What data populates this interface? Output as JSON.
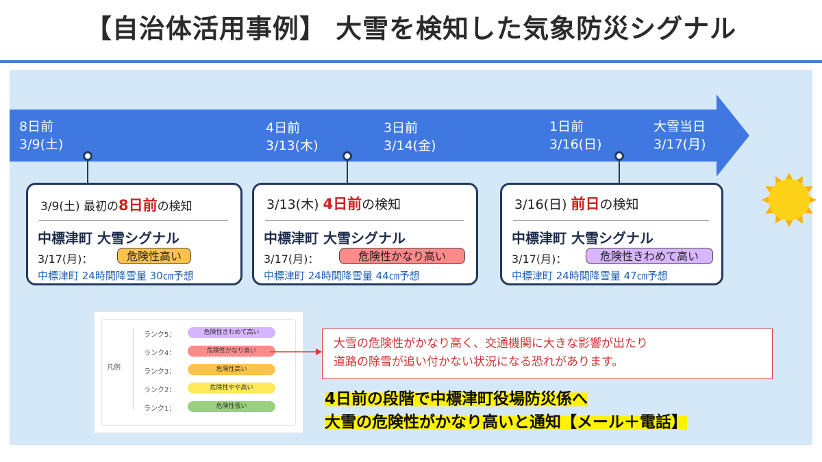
{
  "title": "【自治体活用事例】 大雪を検知した気象防災シグナル",
  "colors": {
    "arrow": "#3f78e0",
    "rank5": "#d8b6ff",
    "rank4": "#ff8a8a",
    "rank3": "#ffc24d",
    "rank2": "#ffe85a",
    "rank1": "#9ad17e",
    "highlight": "#fff200"
  },
  "timeline": {
    "points": [
      {
        "days": "8日前",
        "date": "3/9(土)"
      },
      {
        "days": "4日前",
        "date": "3/13(木)"
      },
      {
        "days": "3日前",
        "date": "3/14(金)"
      },
      {
        "days": "1日前",
        "date": "3/16(日)"
      },
      {
        "days": "大雪当日",
        "date": "3/17(月)"
      }
    ],
    "sun_icon": "sun-icon"
  },
  "cards": [
    {
      "head_pre": "3/9(土) 最初の",
      "head_red": "8日前",
      "head_post": "の検知",
      "name": "中標津町 大雪シグナル",
      "date": "3/17(月)：",
      "badge": "危険性高い",
      "badge_color": "#ffc24d",
      "forecast": "中標津町 24時間降雪量 30㎝予想"
    },
    {
      "head_pre": "3/13(木) ",
      "head_red": "4日前",
      "head_post": "の検知",
      "name": "中標津町 大雪シグナル",
      "date": "3/17(月)：",
      "badge": "危険性かなり高い",
      "badge_color": "#ff8a8a",
      "forecast": "中標津町 24時間降雪量 44㎝予想"
    },
    {
      "head_pre": "3/16(日) ",
      "head_red": "前日",
      "head_post": "の検知",
      "name": "中標津町 大雪シグナル",
      "date": "3/17(月)：",
      "badge": "危険性きわめて高い",
      "badge_color": "#d8b6ff",
      "forecast": "中標津町 24時間降雪量 47㎝予想"
    }
  ],
  "legend": {
    "title": "凡例",
    "ranks": [
      {
        "rank": "ランク5：",
        "label": "危険性きわめて高い"
      },
      {
        "rank": "ランク4：",
        "label": "危険性かなり高い"
      },
      {
        "rank": "ランク3：",
        "label": "危険性高い"
      },
      {
        "rank": "ランク2：",
        "label": "危険性やや高い"
      },
      {
        "rank": "ランク1：",
        "label": "危険性低い"
      }
    ]
  },
  "note": {
    "line1": "大雪の危険性がかなり高く、交通機関に大きな影響が出たり",
    "line2": "道路の除雪が追い付かない状況になる恐れがあります。"
  },
  "summary": {
    "line1": "4日前の段階で中標津町役場防災係へ",
    "line2": "大雪の危険性がかなり高いと通知【メール＋電話】"
  }
}
